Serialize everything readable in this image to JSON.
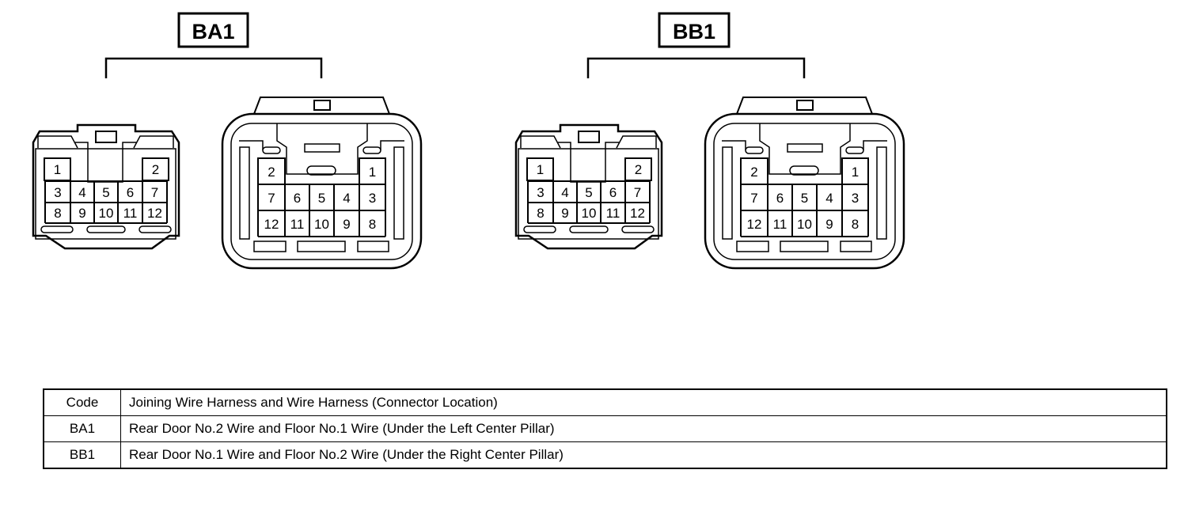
{
  "connectors": [
    {
      "code": "BA1",
      "small_pins": {
        "top": [
          "1",
          "2"
        ],
        "row2": [
          "3",
          "4",
          "5",
          "6",
          "7"
        ],
        "row3": [
          "8",
          "9",
          "10",
          "11",
          "12"
        ]
      },
      "large_pins": {
        "top": [
          "2",
          "1"
        ],
        "row2": [
          "7",
          "6",
          "5",
          "4",
          "3"
        ],
        "row3": [
          "12",
          "11",
          "10",
          "9",
          "8"
        ]
      }
    },
    {
      "code": "BB1",
      "small_pins": {
        "top": [
          "1",
          "2"
        ],
        "row2": [
          "3",
          "4",
          "5",
          "6",
          "7"
        ],
        "row3": [
          "8",
          "9",
          "10",
          "11",
          "12"
        ]
      },
      "large_pins": {
        "top": [
          "2",
          "1"
        ],
        "row2": [
          "7",
          "6",
          "5",
          "4",
          "3"
        ],
        "row3": [
          "12",
          "11",
          "10",
          "9",
          "8"
        ]
      }
    }
  ],
  "table": {
    "header": {
      "code": "Code",
      "description": "Joining Wire Harness and Wire Harness (Connector Location)"
    },
    "rows": [
      {
        "code": "BA1",
        "description": "Rear Door No.2 Wire and Floor No.1 Wire (Under the Left Center Pillar)"
      },
      {
        "code": "BB1",
        "description": "Rear Door No.1 Wire and Floor No.2 Wire (Under the Right Center Pillar)"
      }
    ]
  }
}
